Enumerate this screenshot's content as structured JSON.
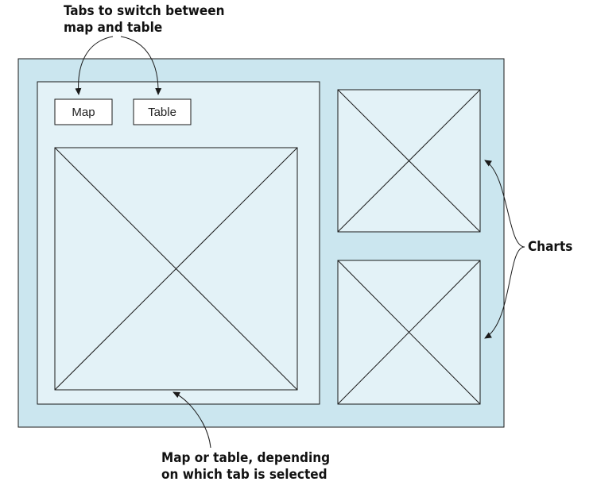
{
  "annotations": {
    "tabs_line1": "Tabs to switch between",
    "tabs_line2": "map and table",
    "charts": "Charts",
    "content_line1": "Map or table, depending",
    "content_line2": "on which tab is selected"
  },
  "tabs": {
    "map_label": "Map",
    "table_label": "Table"
  },
  "colors": {
    "outer_fill": "#cbe6ef",
    "inner_fill": "#e3f2f7",
    "stroke": "#1a1a1a"
  }
}
